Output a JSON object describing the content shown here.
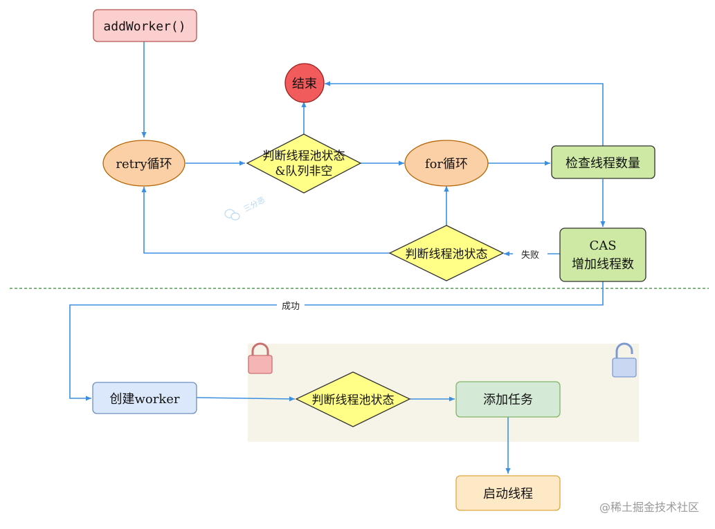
{
  "nodes": {
    "add_worker": "addWorker()",
    "end": "结束",
    "retry_loop": "retry循环",
    "check_state_queue": {
      "line1": "判断线程池状态",
      "line2": "&队列非空"
    },
    "for_loop": "for循环",
    "check_count": "检查线程数量",
    "cas_increment": {
      "line1": "CAS",
      "line2": "增加线程数"
    },
    "check_state_mid": "判断线程池状态",
    "create_worker": "创建worker",
    "check_state_lock": "判断线程池状态",
    "add_task": "添加任务",
    "start_thread": "启动线程"
  },
  "edge_labels": {
    "fail": "失败",
    "success": "成功"
  },
  "watermarks": {
    "center": "三分恶",
    "corner": "@稀土掘金技术社区"
  },
  "icons": [
    "lock-closed-icon",
    "lock-open-icon",
    "wechat-icon"
  ],
  "colors": {
    "arrow": "#3a8fe0",
    "divider": "#2e8b2e",
    "pink_node": "#fccfcf",
    "orange_node": "#fbd0a6",
    "yellow_diamond": "#ffff88",
    "green_node": "#cde9a3",
    "blue_node": "#dbe7fb",
    "task_node": "#d5ead6",
    "start_node": "#fde9c6",
    "end_circle": "#f15b5b",
    "lock_region": "#f6f4e8"
  }
}
